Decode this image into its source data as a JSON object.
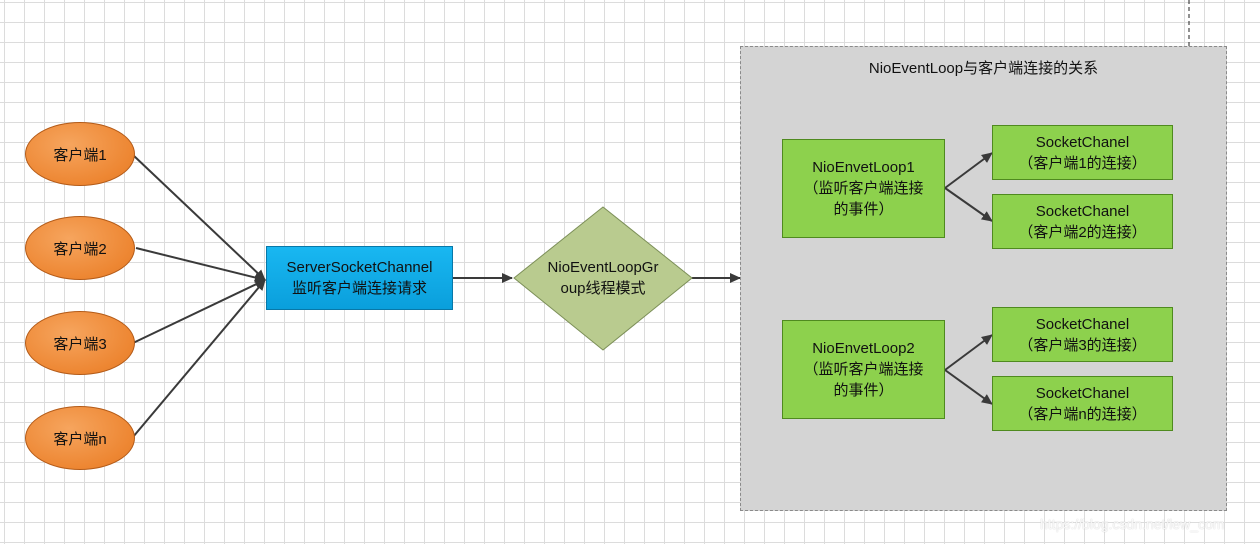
{
  "clients": [
    {
      "label": "客户端1"
    },
    {
      "label": "客户端2"
    },
    {
      "label": "客户端3"
    },
    {
      "label": "客户端n"
    }
  ],
  "server": {
    "line1": "ServerSocketChannel",
    "line2": "监听客户端连接请求"
  },
  "loop_group": {
    "line1": "NioEventLoopGr",
    "line2": "oup线程模式"
  },
  "relation": {
    "title": "NioEventLoop与客户端连接的关系",
    "loops": [
      {
        "line1": "NioEnvetLoop1",
        "line2": "（监听客户端连接",
        "line3": "的事件）"
      },
      {
        "line1": "NioEnvetLoop2",
        "line2": "（监听客户端连接",
        "line3": "的事件）"
      }
    ],
    "channels": [
      {
        "line1": "SocketChanel",
        "line2": "（客户端1的连接）"
      },
      {
        "line1": "SocketChanel",
        "line2": "（客户端2的连接）"
      },
      {
        "line1": "SocketChanel",
        "line2": "（客户端3的连接）"
      },
      {
        "line1": "SocketChanel",
        "line2": "（客户端n的连接）"
      }
    ]
  },
  "watermark": "https://blog.csdn.net/lew_com",
  "colors": {
    "client": "#ed8632",
    "server": "#12aee9",
    "diamond": "#b9cb8f",
    "loop": "#8dd14d",
    "frame": "#d4d4d4",
    "arrow": "#3a3a3a"
  }
}
